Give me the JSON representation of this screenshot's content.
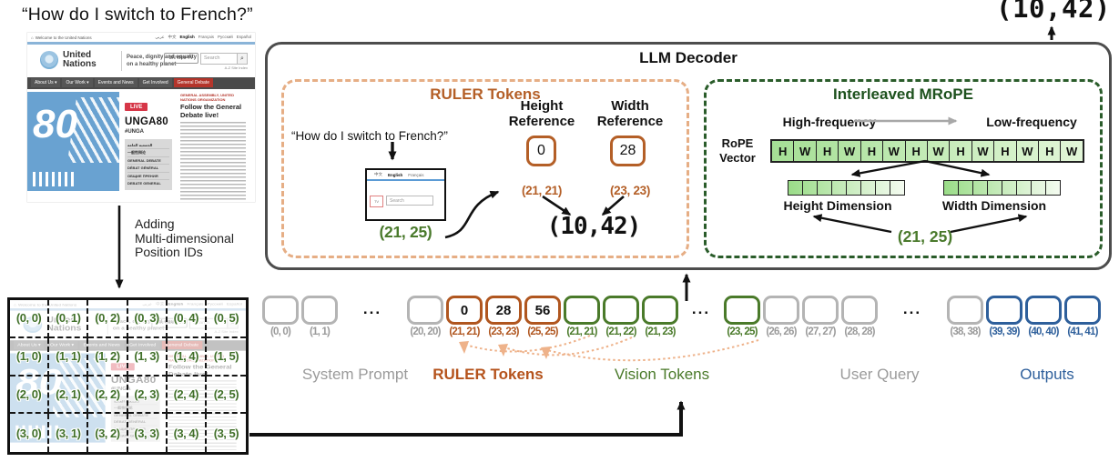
{
  "top_query": "“How do I switch to French?”",
  "final_output": "(10,42)",
  "adding_label": {
    "lines": [
      "Adding",
      "Multi-dimensional",
      "Position IDs"
    ]
  },
  "website": {
    "icons": {
      "home": "⌂",
      "search": "⌕"
    },
    "topbar_left": "Welcome to the United Nations",
    "topbar_links": [
      "عربي",
      "中文",
      "English",
      "Français",
      "Русский",
      "Español"
    ],
    "logo_line1": "United",
    "logo_line2": "Nations",
    "tagline_line1": "Peace, dignity and equality",
    "tagline_line2": "on a healthy planet",
    "webtv_label": "UN Web TV",
    "search_placeholder": "Search",
    "search_note": "A-Z Site Index",
    "nav_items": [
      "About Us ▾",
      "Our Work ▾",
      "Events and News",
      "Get Involved",
      "General Debate"
    ],
    "live_badge": "LIVE",
    "event_title": "UNGA80",
    "event_hashtag": "#UNGA",
    "menu_items": [
      "الجمعية العامة",
      "一般性辩论",
      "GENERAL DEBATE",
      "DÉBAT GÉNÉRAL",
      "ОБЩИЕ ПРЕНИЯ",
      "DEBATE GENERAL"
    ],
    "article_kicker": "GENERAL ASSEMBLY, UNITED NATIONS ORGANIZATION",
    "article_title": "Follow the General Debate live!"
  },
  "grid": {
    "labels": [
      [
        "(0, 0)",
        "(0, 1)",
        "(0, 2)",
        "(0, 3)",
        "(0, 4)",
        "(0, 5)"
      ],
      [
        "(1, 0)",
        "(1, 1)",
        "(1, 2)",
        "(1, 3)",
        "(1, 4)",
        "(1, 5)"
      ],
      [
        "(2, 0)",
        "(2, 1)",
        "(2, 2)",
        "(2, 3)",
        "(2, 4)",
        "(2, 5)"
      ],
      [
        "(3, 0)",
        "(3, 1)",
        "(3, 2)",
        "(3, 3)",
        "(3, 4)",
        "(3, 5)"
      ]
    ]
  },
  "decoder": {
    "title": "LLM Decoder",
    "ruler": {
      "title": "RULER Tokens",
      "query": "“How do I switch to French?”",
      "mini_site": {
        "langs": [
          "中文",
          "English",
          "Français"
        ],
        "tv_label": "TV",
        "search_placeholder": "Search"
      },
      "anchor_coord": "(21, 25)",
      "height_ref": {
        "label": "Height\nReference",
        "value": "0",
        "coord": "(21, 21)"
      },
      "width_ref": {
        "label": "Width\nReference",
        "value": "28",
        "coord": "(23, 23)"
      },
      "decoded_output": "(10,42)"
    },
    "mrope": {
      "title": "Interleaved MRoPE",
      "high_freq_label": "High-frequency",
      "low_freq_label": "Low-frequency",
      "rope_vector_label": "RoPE\nVector",
      "vector_cells": [
        "H",
        "W",
        "H",
        "W",
        "H",
        "W",
        "H",
        "W",
        "H",
        "W",
        "H",
        "W",
        "H",
        "W"
      ],
      "height_dim_cells": 8,
      "width_dim_cells": 8,
      "height_dim_label": "Height Dimension",
      "width_dim_label": "Width Dimension",
      "position_coord": "(21, 25)"
    }
  },
  "sequence": {
    "ellipsis": "...",
    "tokens": [
      {
        "type": "system",
        "value": "",
        "label": "(0, 0)"
      },
      {
        "type": "system",
        "value": "",
        "label": "(1, 1)"
      },
      {
        "type": "ellipsis"
      },
      {
        "type": "system",
        "value": "",
        "label": "(20, 20)"
      },
      {
        "type": "ruler",
        "value": "0",
        "label": "(21, 21)"
      },
      {
        "type": "ruler",
        "value": "28",
        "label": "(23, 23)"
      },
      {
        "type": "ruler",
        "value": "56",
        "label": "(25, 25)"
      },
      {
        "type": "vision",
        "value": "",
        "label": "(21, 21)"
      },
      {
        "type": "vision",
        "value": "",
        "label": "(21, 22)"
      },
      {
        "type": "vision",
        "value": "",
        "label": "(21, 23)"
      },
      {
        "type": "ellipsis"
      },
      {
        "type": "vision",
        "value": "",
        "label": "(23, 25)"
      },
      {
        "type": "system",
        "value": "",
        "label": "(26, 26)"
      },
      {
        "type": "system",
        "value": "",
        "label": "(27, 27)"
      },
      {
        "type": "system",
        "value": "",
        "label": "(28, 28)"
      },
      {
        "type": "ellipsis"
      },
      {
        "type": "system",
        "value": "",
        "label": "(38, 38)"
      },
      {
        "type": "output",
        "value": "",
        "label": "(39, 39)"
      },
      {
        "type": "output",
        "value": "",
        "label": "(40, 40)"
      },
      {
        "type": "output",
        "value": "",
        "label": "(41, 41)"
      }
    ],
    "categories": [
      {
        "id": "system",
        "label": "System Prompt"
      },
      {
        "id": "ruler",
        "label": "RULER Tokens"
      },
      {
        "id": "vision",
        "label": "Vision Tokens"
      },
      {
        "id": "user",
        "label": "User Query"
      },
      {
        "id": "output",
        "label": "Outputs"
      }
    ]
  },
  "colors": {
    "ruler_orange": "#b45f27",
    "ruler_dash": "#e6ae85",
    "arc_orange": "#eeb28a",
    "mrope_green_title": "#1e521e",
    "mrope_green_dash": "#2a5c2a",
    "vision_green": "#4a7a2a",
    "output_blue": "#2e5f9b",
    "gray": "#9b9b9b",
    "decoder_border": "#4d4d4d",
    "un_blue": "#69a2d1",
    "cell_green_light": "#a5df95"
  }
}
